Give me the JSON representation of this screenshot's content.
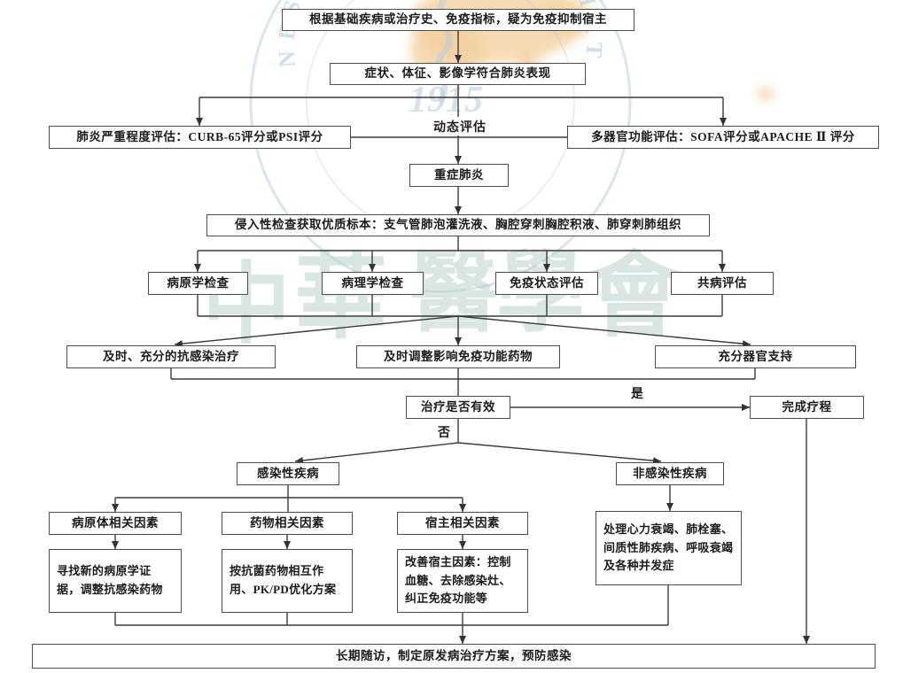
{
  "flowchart": {
    "nodes": {
      "suspect": "根据基础疾病或治疗史、免疫指标，疑为免疫抑制宿主",
      "presentation": "症状、体征、影像学符合肺炎表现",
      "severity": "肺炎严重程度评估：CURB-65评分或PSI评分",
      "organ": "多器官功能评估：SOFA评分或APACHE Ⅱ 评分",
      "severe": "重症肺炎",
      "invasive": "侵入性检查获取优质标本：支气管肺泡灌洗液、胸腔穿刺胸腔积液、肺穿刺肺组织",
      "etiology": "病原学检查",
      "pathology": "病理学检查",
      "immune": "免疫状态评估",
      "comorbidity": "共病评估",
      "anti_infective": "及时、充分的抗感染治疗",
      "adjust_drugs": "及时调整影响免疫功能药物",
      "organ_support": "充分器官支持",
      "effective": "治疗是否有效",
      "complete": "完成疗程",
      "infectious": "感染性疾病",
      "noninfectious": "非感染性疾病",
      "pathogen_factor": "病原体相关因素",
      "drug_factor": "药物相关因素",
      "host_factor": "宿主相关因素",
      "noninfectious_manage": "处理心力衰竭、肺栓塞、间质性肺疾病、呼吸衰竭及各种并发症",
      "pathogen_action": "寻找新的病原学证据，调整抗感染药物",
      "drug_action": "按抗菌药物相互作用、PK/PD优化方案",
      "host_action": "改善宿主因素：控制血糖、去除感染灶、纠正免疫功能等",
      "followup": "长期随访，制定原发病治疗方案，预防感染"
    },
    "labels": {
      "dynamic": "动态评估",
      "yes": "是",
      "no": "否"
    },
    "line_color": "#3a3a3a",
    "border_color": "#4d4d4d"
  },
  "watermark": {
    "org_cn": [
      "中",
      "華",
      "醫",
      "學",
      "會"
    ],
    "org_en": "CHINESE MEDICAL ASSOCIATION",
    "year": "1915",
    "blue": "#b4cbdc",
    "green": "#b7cfc8",
    "orange": "#f4d5a6"
  }
}
